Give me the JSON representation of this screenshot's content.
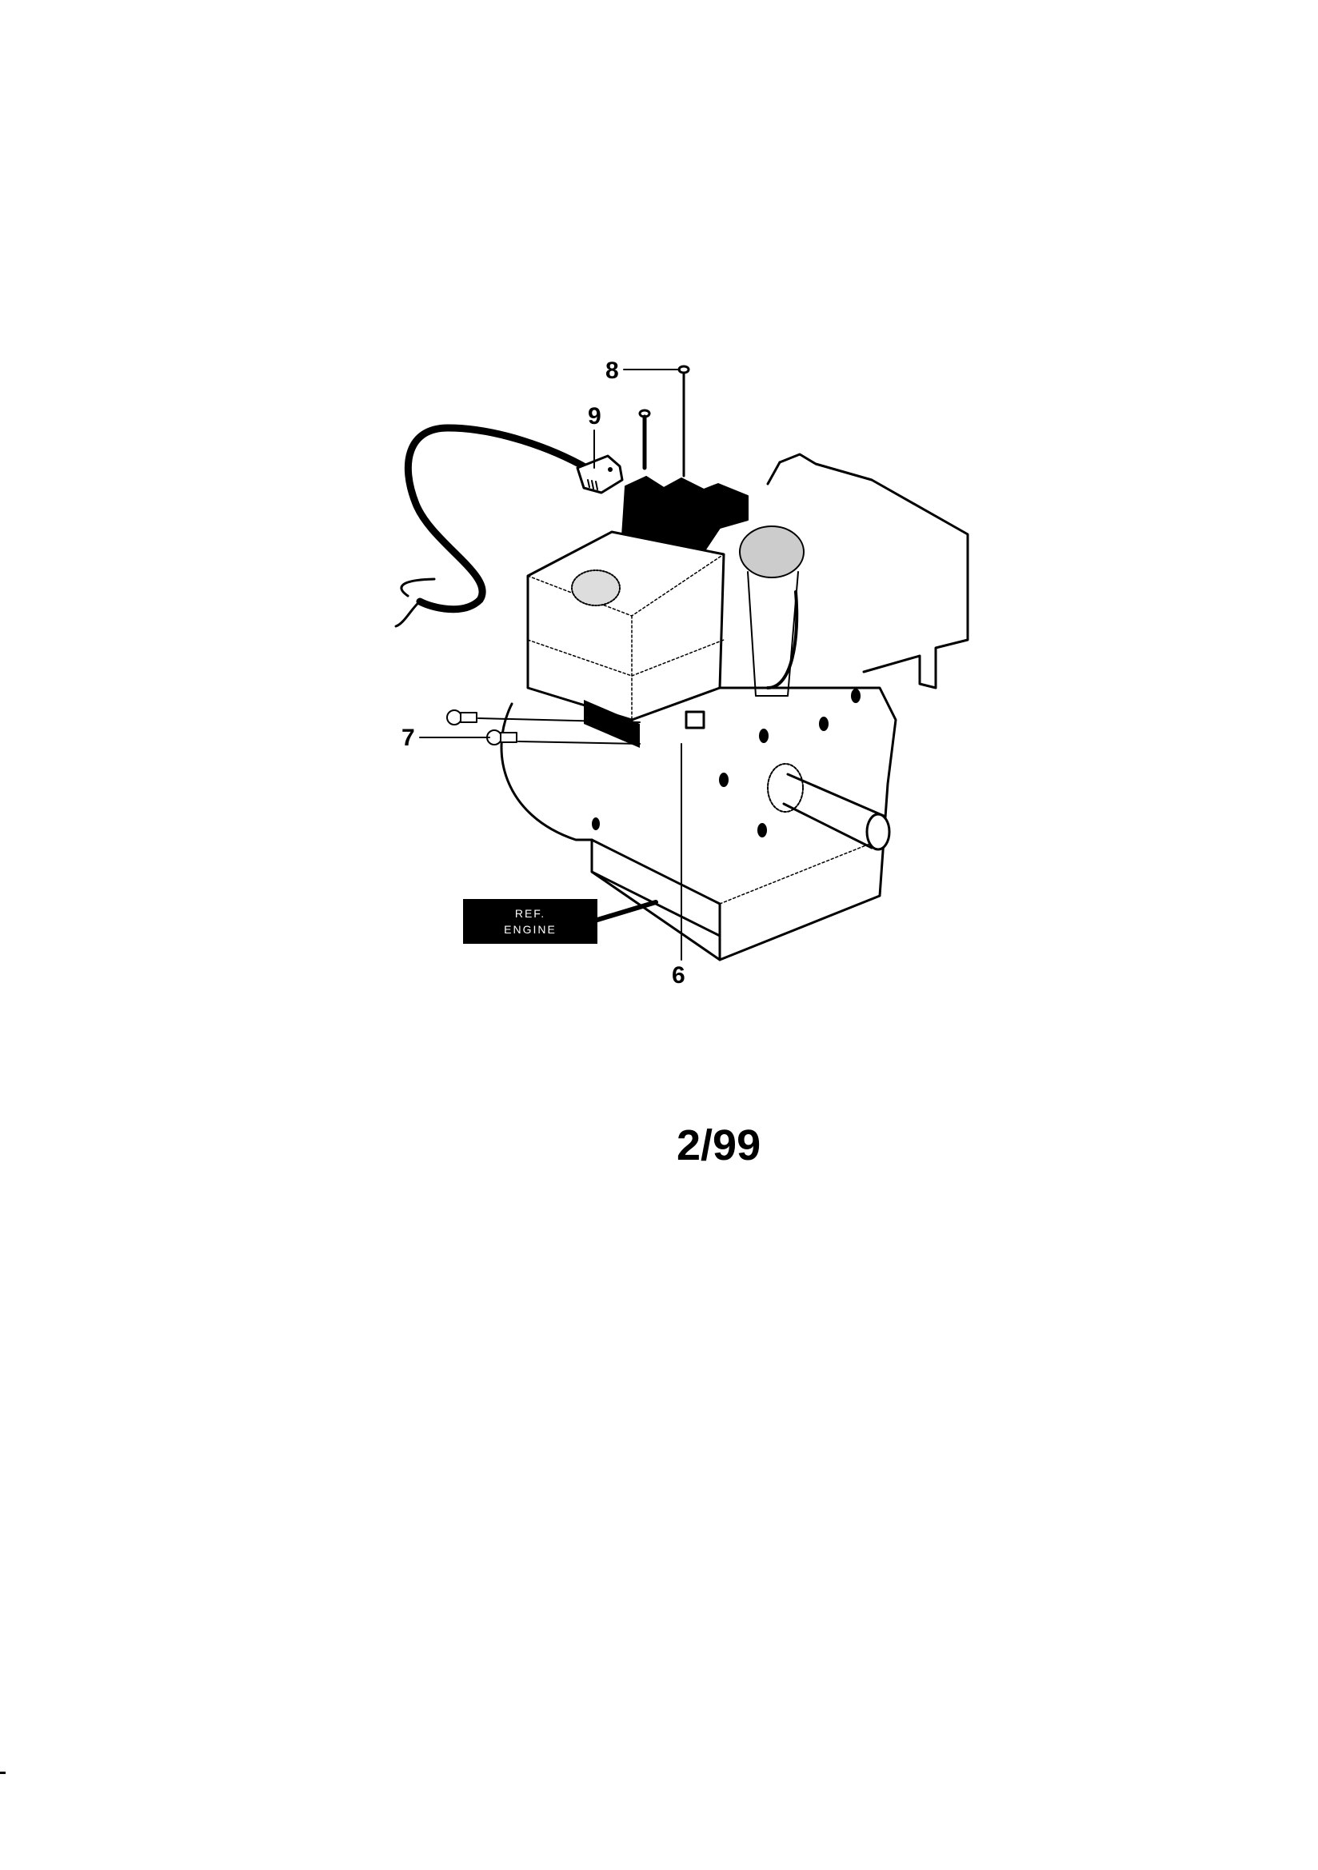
{
  "diagram": {
    "subject": "engine with electric starter assembly",
    "callouts": [
      {
        "id": "8",
        "label": "8",
        "points_to": "starter mounting screw (long)"
      },
      {
        "id": "9",
        "label": "9",
        "points_to": "power cord plug"
      },
      {
        "id": "7",
        "label": "7",
        "points_to": "hex bolts"
      },
      {
        "id": "6",
        "label": "6",
        "points_to": "electric starter"
      }
    ],
    "reference_label": {
      "line1": "REF.",
      "line2": "ENGINE"
    },
    "revision_date": "2/99"
  },
  "colors": {
    "ink": "#000000",
    "paper": "#ffffff"
  }
}
